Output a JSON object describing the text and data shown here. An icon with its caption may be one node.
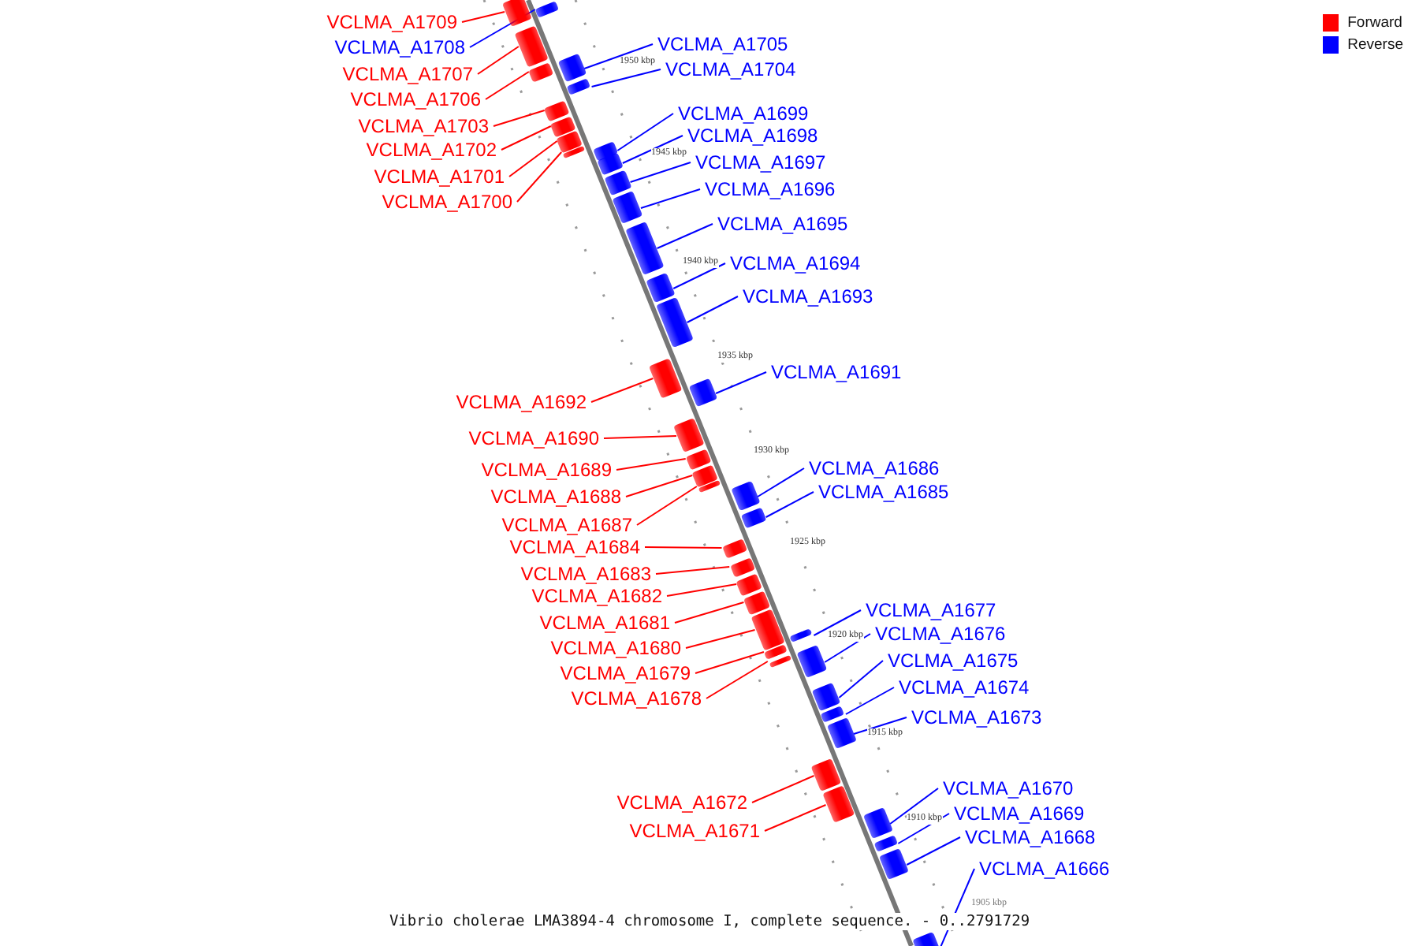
{
  "diagram": {
    "caption": "Vibrio cholerae LMA3894-4 chromosome I, complete sequence. - 0..2791729",
    "nodes": [
      {
        "text": [
          "VCLMA_A1709"
        ]
      },
      {
        "text": [],
        "shape": "bar"
      },
      {
        "text": [
          "VCLMA_A1705"
        ]
      },
      {
        "text": [],
        "shape": "bar"
      },
      {
        "text": [
          "VCLMA_A1708"
        ]
      },
      {
        "text": [],
        "shape": "bar"
      },
      {
        "text": [
          "VCLMA_A1704"
        ]
      },
      {
        "text": [],
        "shape": "bar"
      },
      {
        "text": [
          "VCLMA_A1707"
        ]
      },
      {
        "text": [],
        "shape": "bar"
      },
      {
        "text": [
          "VCLMA_A1706"
        ]
      },
      {
        "text": [],
        "shape": "bar"
      },
      {
        "text": [
          "VCLMA_A1699"
        ]
      },
      {
        "text": [],
        "shape": "bar"
      },
      {
        "text": [
          "VCLMA_A1703"
        ]
      },
      {
        "text": [],
        "shape": "bar"
      },
      {
        "text": [
          "VCLMA_A1698"
        ]
      },
      {
        "text": [],
        "shape": "bar"
      },
      {
        "text": [
          "VCLMA_A1702"
        ]
      },
      {
        "text": [],
        "shape": "bar"
      },
      {
        "text": [
          "VCLMA_A1697"
        ]
      },
      {
        "text": [],
        "shape": "bar"
      },
      {
        "text": [
          "VCLMA_A1701"
        ]
      },
      {
        "text": [],
        "shape": "bar"
      },
      {
        "text": [
          "VCLMA_A1696"
        ]
      },
      {
        "text": [],
        "shape": "bar"
      },
      {
        "text": [
          "VCLMA_A1700"
        ]
      },
      {
        "text": [],
        "shape": "bar"
      },
      {
        "text": [
          "VCLMA_A1695"
        ]
      },
      {
        "text": [],
        "shape": "bar"
      },
      {
        "text": [
          "VCLMA_A1694"
        ]
      },
      {
        "text": [],
        "shape": "bar"
      },
      {
        "text": [
          "VCLMA_A1693"
        ]
      },
      {
        "text": [],
        "shape": "bar"
      },
      {
        "text": [
          "VCLMA_A1691"
        ]
      },
      {
        "text": [],
        "shape": "bar"
      },
      {
        "text": [
          "VCLMA_A1692"
        ]
      },
      {
        "text": [],
        "shape": "bar"
      },
      {
        "text": [
          "VCLMA_A1690"
        ]
      },
      {
        "text": [],
        "shape": "bar"
      },
      {
        "text": [
          "VCLMA_A1686"
        ]
      },
      {
        "text": [],
        "shape": "bar"
      },
      {
        "text": [
          "VCLMA_A1689"
        ]
      },
      {
        "text": [],
        "shape": "bar"
      },
      {
        "text": [
          "VCLMA_A1685"
        ]
      },
      {
        "text": [],
        "shape": "bar"
      },
      {
        "text": [
          "VCLMA_A1688"
        ]
      },
      {
        "text": [],
        "shape": "bar"
      },
      {
        "text": [
          "VCLMA_A1687"
        ]
      },
      {
        "text": [],
        "shape": "bar"
      },
      {
        "text": [
          "VCLMA_A1684"
        ]
      },
      {
        "text": [],
        "shape": "bar"
      },
      {
        "text": [
          "VCLMA_A1683"
        ]
      },
      {
        "text": [],
        "shape": "bar"
      },
      {
        "text": [
          "VCLMA_A1682"
        ]
      },
      {
        "text": [],
        "shape": "bar"
      },
      {
        "text": [
          "VCLMA_A1677"
        ]
      },
      {
        "text": [],
        "shape": "bar"
      },
      {
        "text": [
          "VCLMA_A1681"
        ]
      },
      {
        "text": [],
        "shape": "bar"
      },
      {
        "text": [
          "VCLMA_A1676"
        ]
      },
      {
        "text": [],
        "shape": "bar"
      },
      {
        "text": [
          "VCLMA_A1680"
        ]
      },
      {
        "text": [],
        "shape": "bar"
      },
      {
        "text": [
          "VCLMA_A1675"
        ]
      },
      {
        "text": [],
        "shape": "bar"
      },
      {
        "text": [
          "VCLMA_A1679"
        ]
      },
      {
        "text": [],
        "shape": "bar"
      },
      {
        "text": [
          "VCLMA_A1674"
        ]
      },
      {
        "text": [],
        "shape": "bar"
      },
      {
        "text": [
          "VCLMA_A1678"
        ]
      },
      {
        "text": [],
        "shape": "bar"
      },
      {
        "text": [
          "VCLMA_A1673"
        ]
      },
      {
        "text": [],
        "shape": "bar"
      },
      {
        "text": [
          "VCLMA_A1670"
        ]
      },
      {
        "text": [],
        "shape": "bar"
      },
      {
        "text": [
          "VCLMA_A1672"
        ]
      },
      {
        "text": [],
        "shape": "bar"
      },
      {
        "text": [
          "VCLMA_A1669"
        ]
      },
      {
        "text": [],
        "shape": "bar"
      },
      {
        "text": [
          "VCLMA_A1671"
        ]
      },
      {
        "text": [],
        "shape": "bar"
      },
      {
        "text": [
          "VCLMA_A1668"
        ]
      },
      {
        "text": [],
        "shape": "bar"
      },
      {
        "text": [
          "VCLMA_A1666"
        ]
      },
      {
        "text": [],
        "shape": "bar"
      }
    ],
    "edges": [
      {
        "from": 0,
        "to": 1,
        "arrow": "none",
        "color": "#ff0000"
      },
      {
        "from": 2,
        "to": 3,
        "arrow": "none",
        "color": "#0000ff"
      },
      {
        "from": 4,
        "to": 5,
        "arrow": "none",
        "color": "#0000ff"
      },
      {
        "from": 6,
        "to": 7,
        "arrow": "none",
        "color": "#0000ff"
      },
      {
        "from": 8,
        "to": 9,
        "arrow": "none",
        "color": "#ff0000"
      },
      {
        "from": 10,
        "to": 11,
        "arrow": "none",
        "color": "#ff0000"
      },
      {
        "from": 12,
        "to": 13,
        "arrow": "none",
        "color": "#0000ff"
      },
      {
        "from": 14,
        "to": 15,
        "arrow": "none",
        "color": "#ff0000"
      },
      {
        "from": 16,
        "to": 17,
        "arrow": "none",
        "color": "#0000ff"
      },
      {
        "from": 18,
        "to": 19,
        "arrow": "none",
        "color": "#ff0000"
      },
      {
        "from": 20,
        "to": 21,
        "arrow": "none",
        "color": "#0000ff"
      },
      {
        "from": 22,
        "to": 23,
        "arrow": "none",
        "color": "#ff0000"
      },
      {
        "from": 24,
        "to": 25,
        "arrow": "none",
        "color": "#0000ff"
      },
      {
        "from": 26,
        "to": 27,
        "arrow": "none",
        "color": "#ff0000"
      },
      {
        "from": 28,
        "to": 29,
        "arrow": "none",
        "color": "#0000ff"
      },
      {
        "from": 30,
        "to": 31,
        "arrow": "none",
        "color": "#0000ff"
      },
      {
        "from": 32,
        "to": 33,
        "arrow": "none",
        "color": "#0000ff"
      },
      {
        "from": 34,
        "to": 35,
        "arrow": "none",
        "color": "#0000ff"
      },
      {
        "from": 36,
        "to": 37,
        "arrow": "none",
        "color": "#ff0000"
      },
      {
        "from": 38,
        "to": 39,
        "arrow": "none",
        "color": "#ff0000"
      },
      {
        "from": 40,
        "to": 41,
        "arrow": "none",
        "color": "#0000ff"
      },
      {
        "from": 42,
        "to": 43,
        "arrow": "none",
        "color": "#ff0000"
      },
      {
        "from": 44,
        "to": 45,
        "arrow": "none",
        "color": "#0000ff"
      },
      {
        "from": 46,
        "to": 47,
        "arrow": "none",
        "color": "#ff0000"
      },
      {
        "from": 48,
        "to": 49,
        "arrow": "none",
        "color": "#ff0000"
      },
      {
        "from": 50,
        "to": 51,
        "arrow": "none",
        "color": "#ff0000"
      },
      {
        "from": 52,
        "to": 53,
        "arrow": "none",
        "color": "#ff0000"
      },
      {
        "from": 54,
        "to": 55,
        "arrow": "none",
        "color": "#ff0000"
      },
      {
        "from": 56,
        "to": 57,
        "arrow": "none",
        "color": "#0000ff"
      },
      {
        "from": 58,
        "to": 59,
        "arrow": "none",
        "color": "#ff0000"
      },
      {
        "from": 60,
        "to": 61,
        "arrow": "none",
        "color": "#0000ff"
      },
      {
        "from": 62,
        "to": 63,
        "arrow": "none",
        "color": "#ff0000"
      },
      {
        "from": 64,
        "to": 65,
        "arrow": "none",
        "color": "#0000ff"
      },
      {
        "from": 66,
        "to": 67,
        "arrow": "none",
        "color": "#ff0000"
      },
      {
        "from": 68,
        "to": 69,
        "arrow": "none",
        "color": "#0000ff"
      },
      {
        "from": 70,
        "to": 71,
        "arrow": "none",
        "color": "#ff0000"
      },
      {
        "from": 72,
        "to": 73,
        "arrow": "none",
        "color": "#0000ff"
      },
      {
        "from": 74,
        "to": 75,
        "arrow": "none",
        "color": "#0000ff"
      },
      {
        "from": 76,
        "to": 77,
        "arrow": "none",
        "color": "#ff0000"
      },
      {
        "from": 78,
        "to": 79,
        "arrow": "none",
        "color": "#0000ff"
      },
      {
        "from": 80,
        "to": 81,
        "arrow": "none",
        "color": "#ff0000"
      },
      {
        "from": 82,
        "to": 83,
        "arrow": "none",
        "color": "#0000ff"
      },
      {
        "from": 84,
        "to": 85,
        "arrow": "none",
        "color": "#0000ff"
      }
    ],
    "labels": [
      "1950 kbp",
      "1945 kbp",
      "1940 kbp",
      "1935 kbp",
      "1930 kbp",
      "1925 kbp",
      "1920 kbp",
      "1915 kbp",
      "1910 kbp",
      "1905 kbp"
    ],
    "legend": [
      {
        "text": "Forward",
        "color": "#ff0000"
      },
      {
        "text": "Reverse",
        "color": "#0000ff"
      }
    ]
  }
}
